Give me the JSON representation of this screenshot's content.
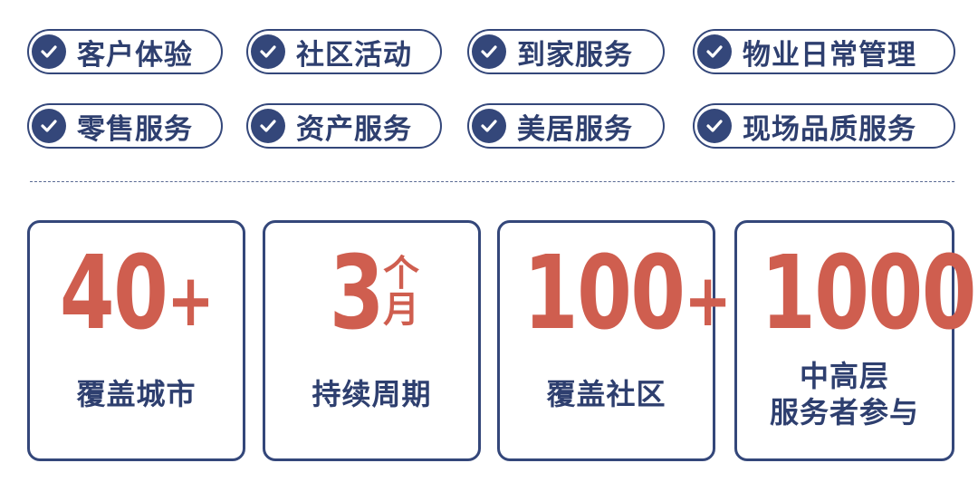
{
  "tags": [
    {
      "label": "客户体验"
    },
    {
      "label": "社区活动"
    },
    {
      "label": "到家服务"
    },
    {
      "label": "物业日常管理"
    },
    {
      "label": "零售服务"
    },
    {
      "label": "资产服务"
    },
    {
      "label": "美居服务"
    },
    {
      "label": "现场品质服务"
    }
  ],
  "stats": [
    {
      "number": "40",
      "suffix": "+",
      "caption": "覆盖城市"
    },
    {
      "number": "3",
      "unit_top": "个",
      "unit_bottom": "月",
      "caption": "持续周期"
    },
    {
      "number": "100",
      "suffix": "+",
      "caption": "覆盖社区"
    },
    {
      "number": "1000",
      "suffix": "+",
      "caption_line1": "中高层",
      "caption_line2": "服务者参与"
    }
  ],
  "colors": {
    "navy": "#34477a",
    "accent": "#cf5e4f"
  },
  "icons": {
    "tag_icon": "check-circle-icon"
  }
}
